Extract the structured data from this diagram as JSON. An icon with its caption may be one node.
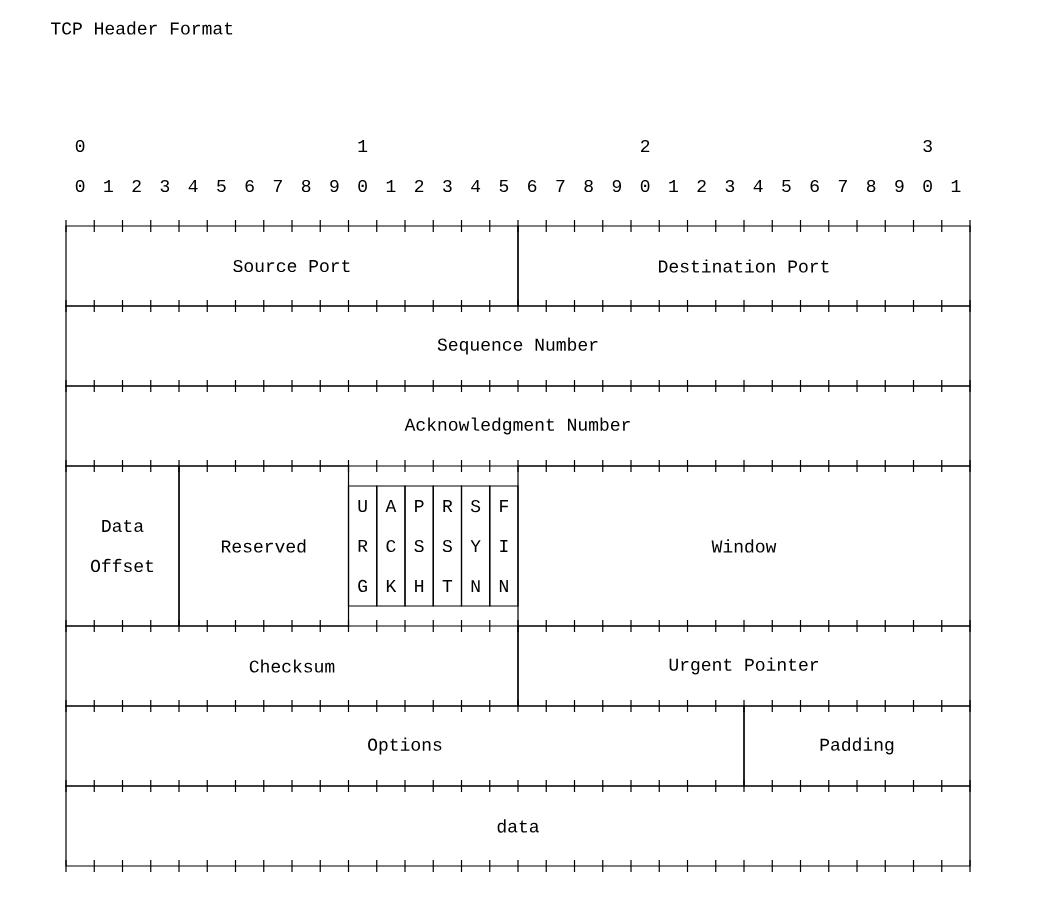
{
  "diagram": {
    "title": "TCP Header Format",
    "nodes": [
      {
        "text": [
          "Source Port"
        ]
      },
      {
        "text": [
          "Destination Port"
        ]
      },
      {
        "text": [
          "Sequence Number"
        ]
      },
      {
        "text": [
          "Acknowledgment Number"
        ]
      },
      {
        "text": [
          "Data Offset"
        ]
      },
      {
        "text": [
          "Reserved"
        ]
      },
      {
        "text": [
          "U R G"
        ]
      },
      {
        "text": [
          "A C K"
        ]
      },
      {
        "text": [
          "P S H"
        ]
      },
      {
        "text": [
          "R S T"
        ]
      },
      {
        "text": [
          "S Y N"
        ]
      },
      {
        "text": [
          "F I N"
        ]
      },
      {
        "text": [
          "Window"
        ]
      },
      {
        "text": [
          "Checksum"
        ]
      },
      {
        "text": [
          "Urgent Pointer"
        ]
      },
      {
        "text": [
          "Options"
        ]
      },
      {
        "text": [
          "Padding"
        ]
      },
      {
        "text": [
          "data"
        ]
      }
    ],
    "labels": [
      "0",
      "1",
      "2",
      "3",
      "0",
      "1",
      "2",
      "3",
      "4",
      "5",
      "6",
      "7",
      "8",
      "9",
      "0",
      "1",
      "2",
      "3",
      "4",
      "5",
      "6",
      "7",
      "8",
      "9",
      "0",
      "1",
      "2",
      "3",
      "4",
      "5",
      "6",
      "7",
      "8",
      "9",
      "0",
      "1"
    ]
  }
}
